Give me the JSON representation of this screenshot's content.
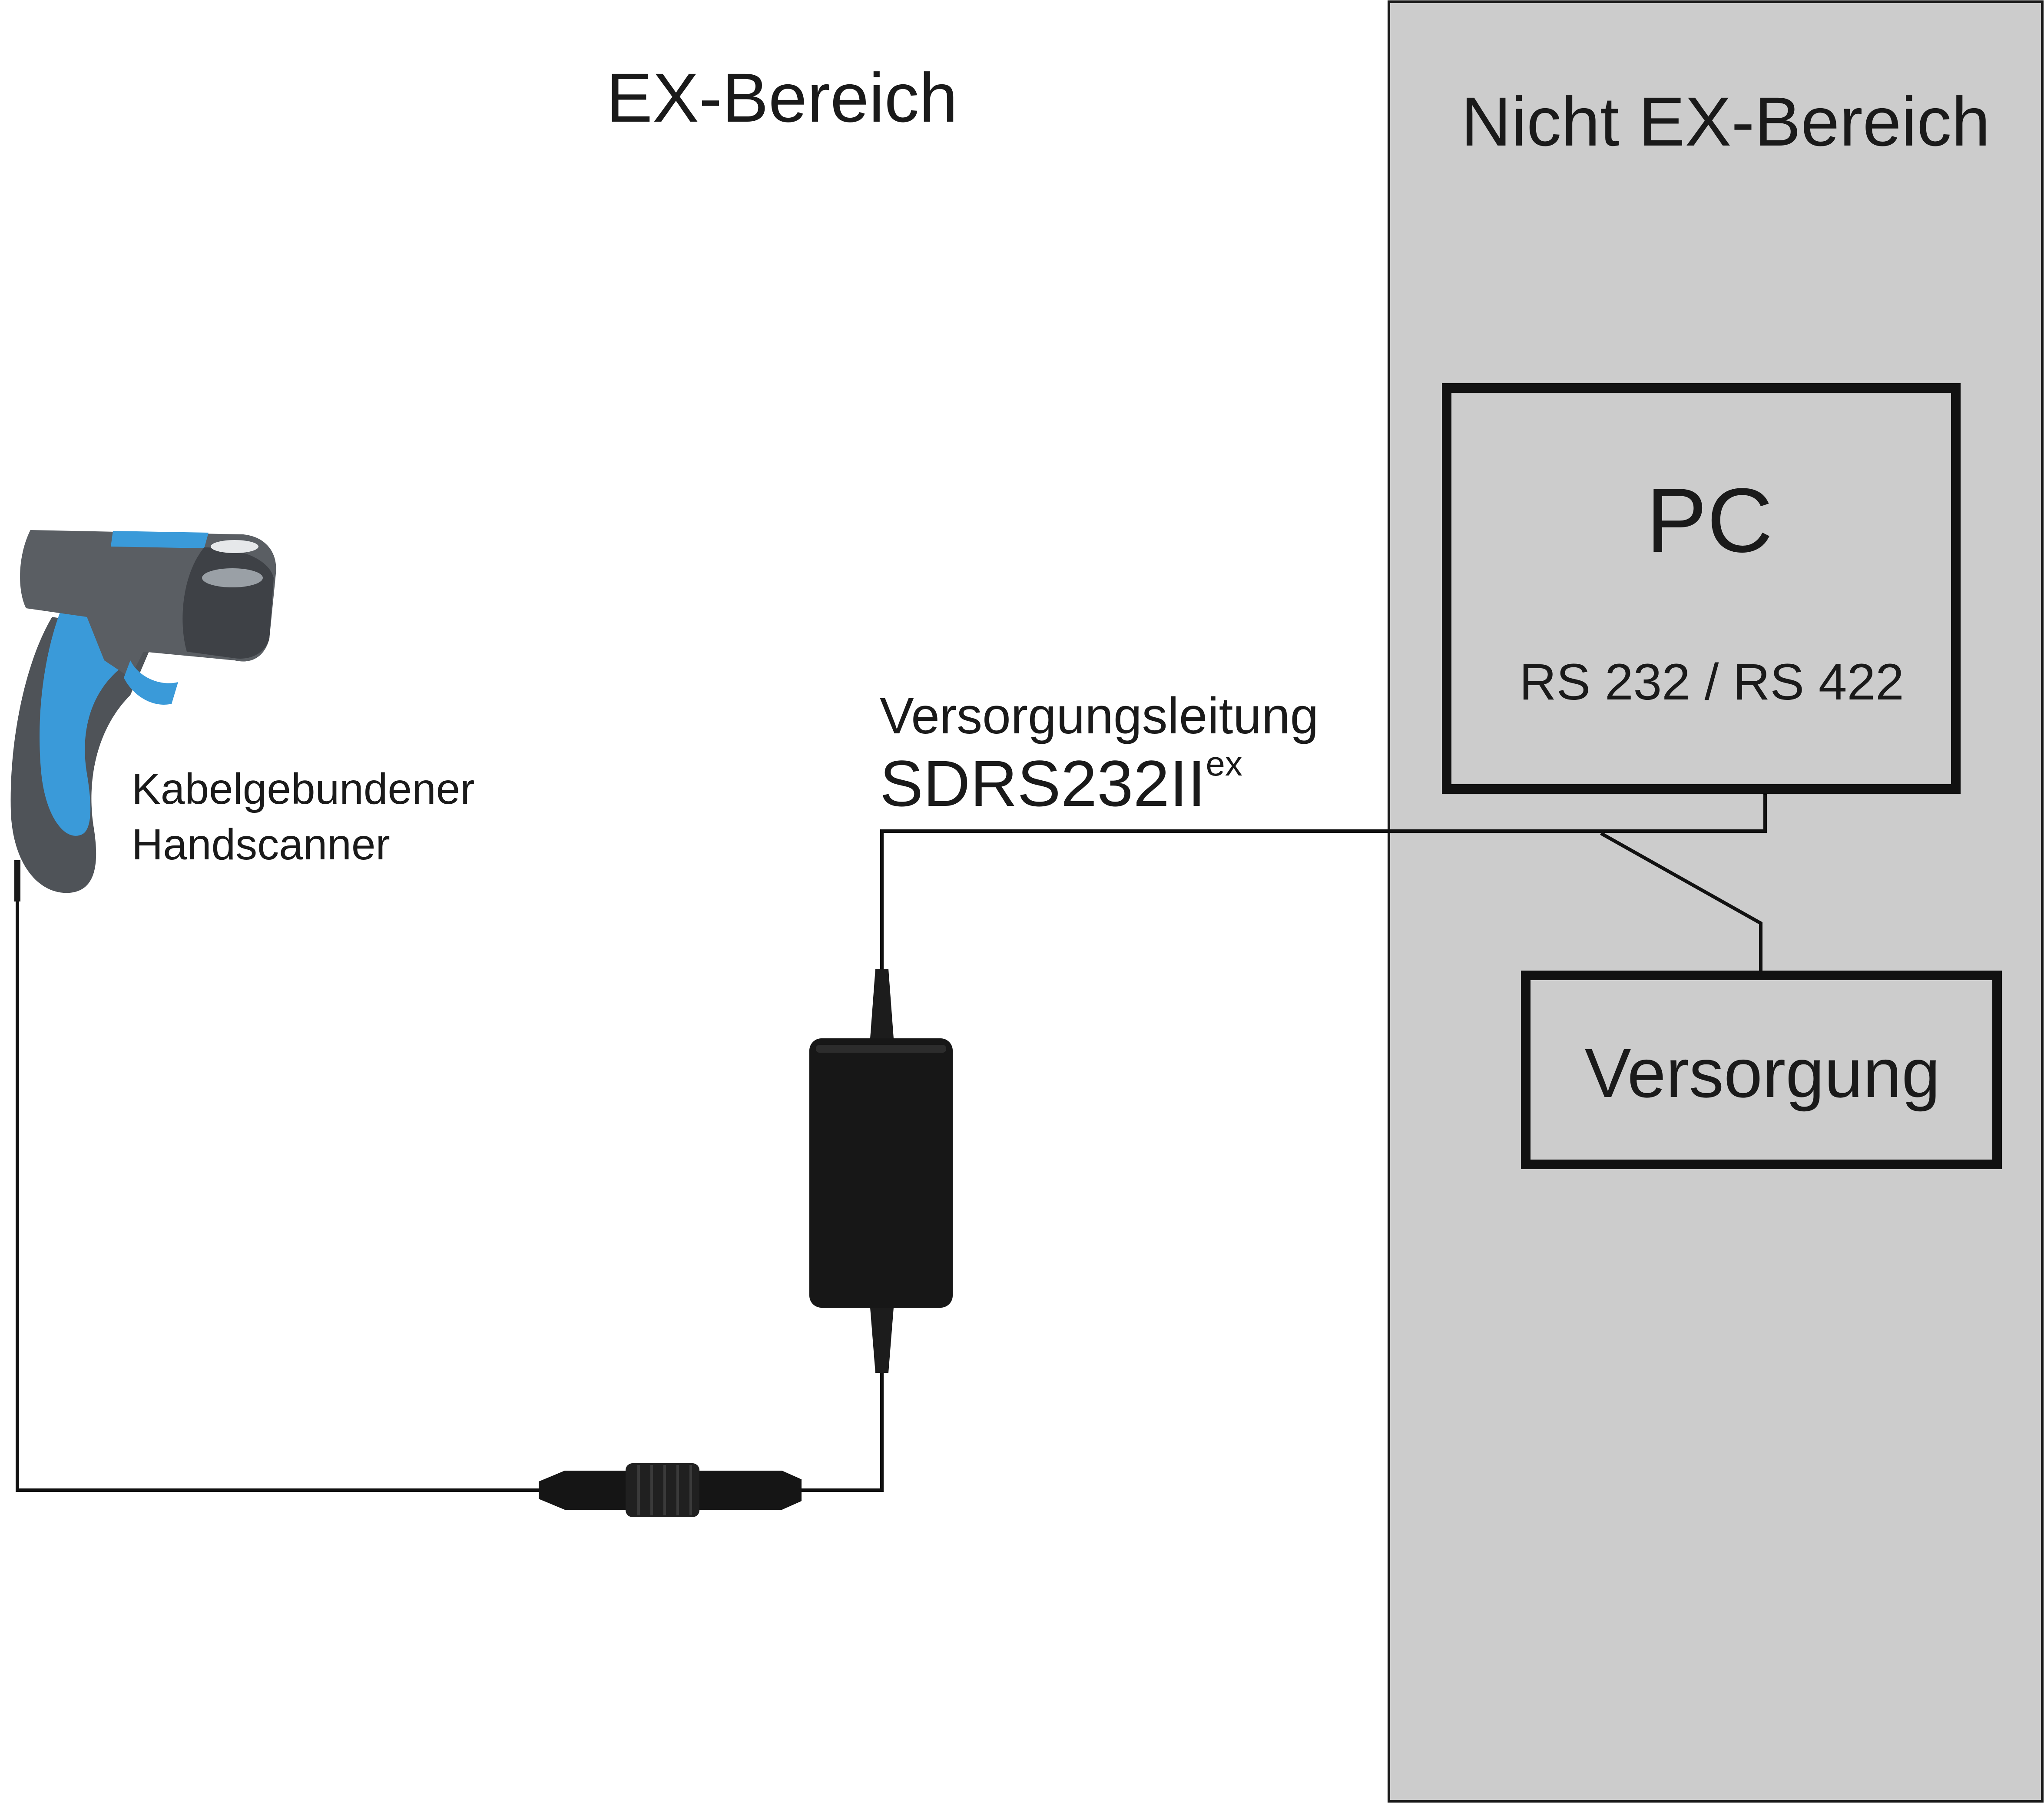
{
  "zones": {
    "ex_label": "EX-Bereich",
    "non_ex_label": "Nicht EX-Bereich",
    "non_ex_color": "#cccccc"
  },
  "pc": {
    "title": "PC",
    "interfaces": "RS 232 / RS 422"
  },
  "supply": {
    "label": "Versorgung"
  },
  "cable": {
    "line1": "Versorgungsleitung",
    "model": "SDRS232II",
    "model_superscript": "ex"
  },
  "scanner": {
    "line1": "Kabelgebundener",
    "line2": "Handscanner",
    "body_color": "#5a5e63",
    "accent_color": "#3a9ad9"
  },
  "icons": {
    "scanner": "handheld-barcode-scanner-icon",
    "adapter": "power-adapter-box-icon",
    "connector": "cable-connector-icon"
  }
}
